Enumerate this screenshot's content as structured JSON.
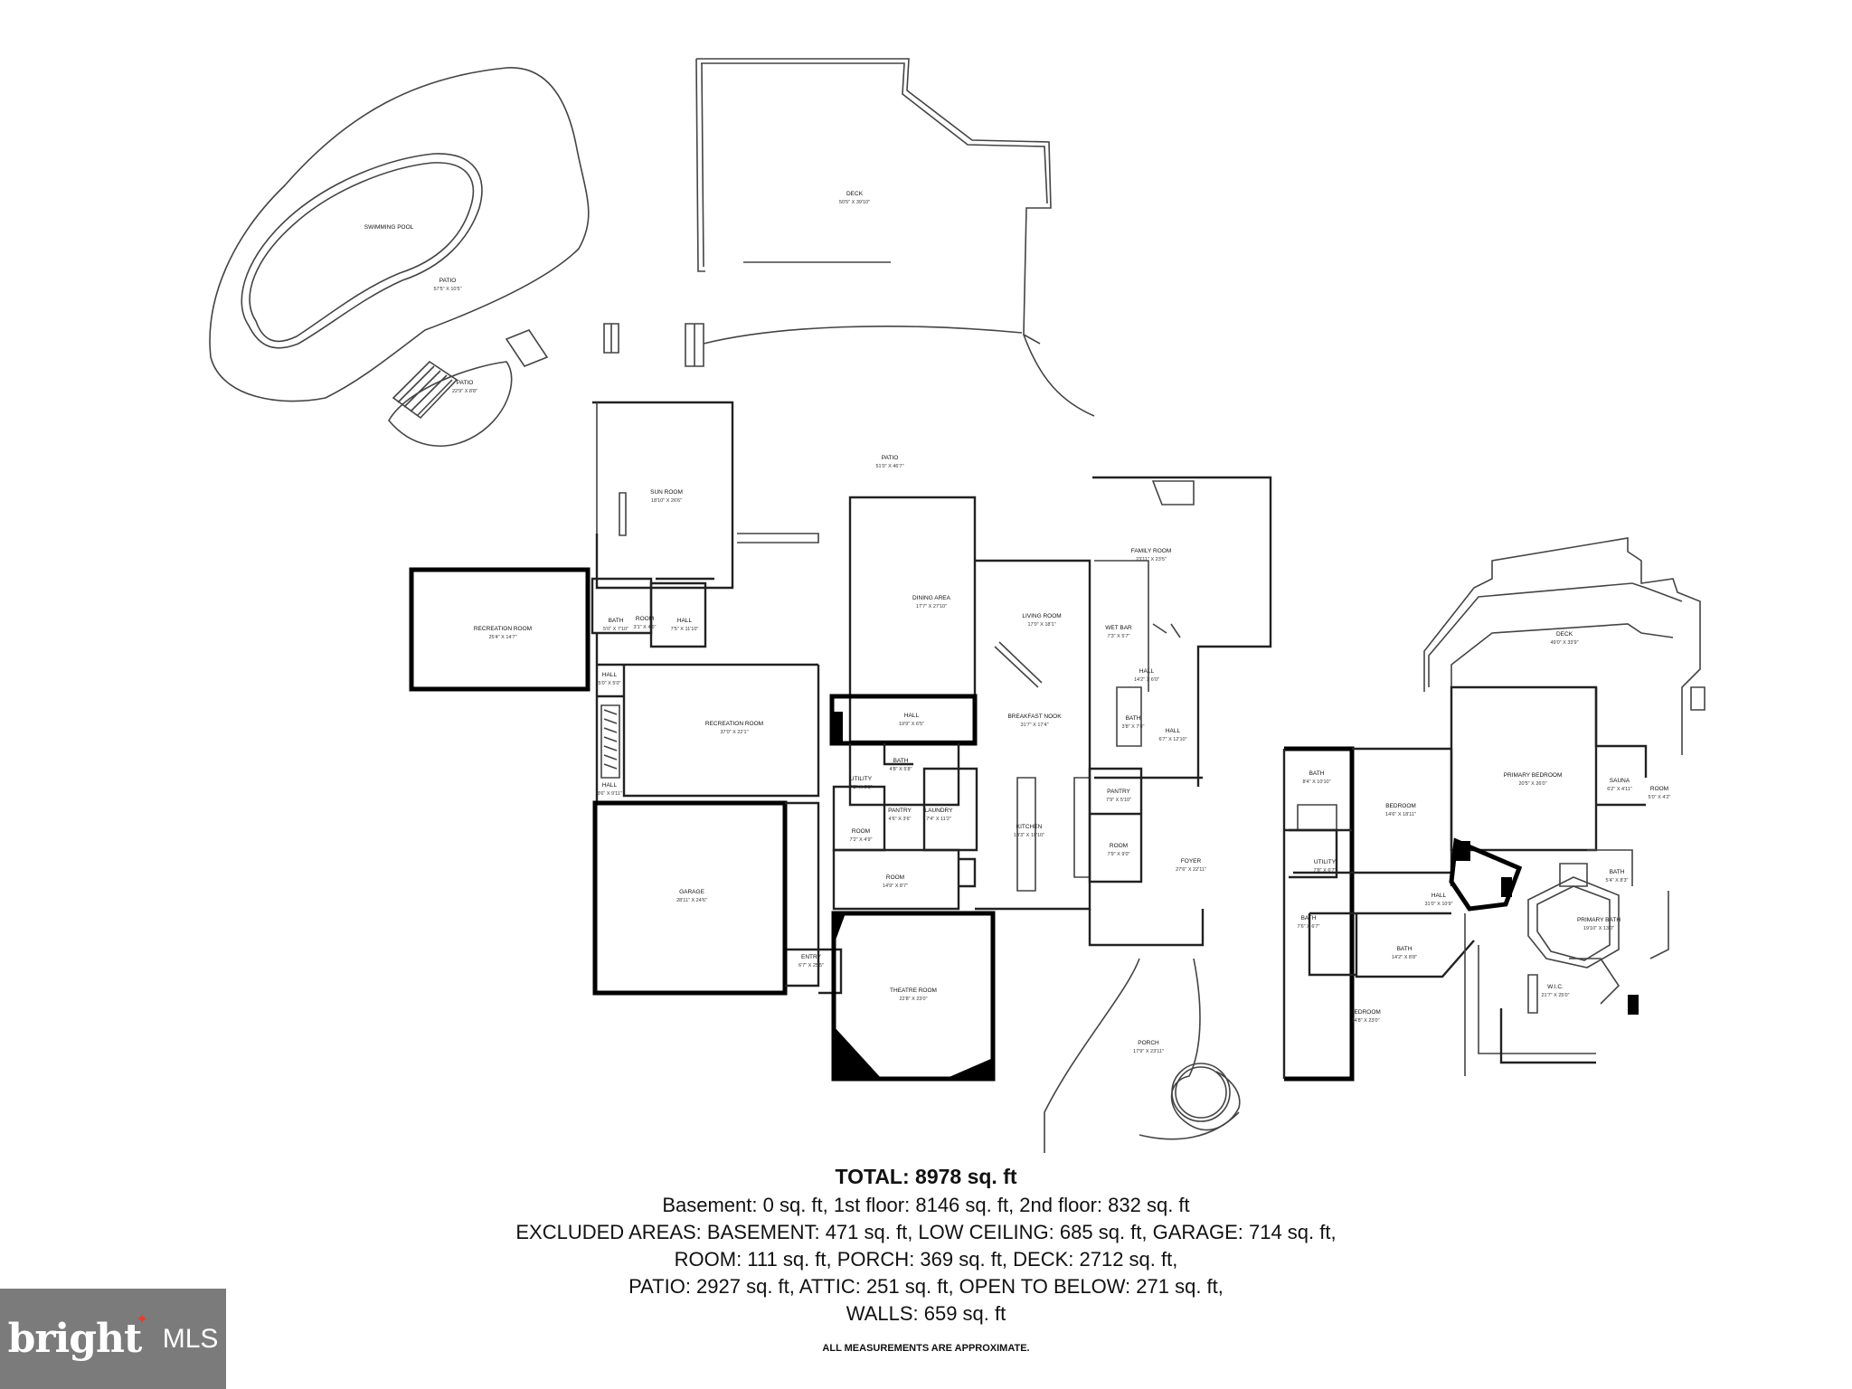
{
  "rooms": [
    {
      "name": "DECK",
      "dims": "50'5\" X 39'10\""
    },
    {
      "name": "SWIMMING POOL",
      "dims": ""
    },
    {
      "name": "PATIO",
      "dims": "57'5\" X 10'5\""
    },
    {
      "name": "PATIO",
      "dims": "22'9\" X 8'8\""
    },
    {
      "name": "PATIO",
      "dims": "51'0\" X 46'7\""
    },
    {
      "name": "SUN ROOM",
      "dims": "18'10\" X 26'6\""
    },
    {
      "name": "RECREATION ROOM",
      "dims": "25'4\" X 14'7\""
    },
    {
      "name": "BATH",
      "dims": "5'0\" X 7'10\""
    },
    {
      "name": "ROOM",
      "dims": "3'1\" X 4'6\""
    },
    {
      "name": "HALL",
      "dims": "7'5\" X 11'10\""
    },
    {
      "name": "HALL",
      "dims": "5'0\" X 5'0\""
    },
    {
      "name": "RECREATION ROOM",
      "dims": "37'0\" X 22'1\""
    },
    {
      "name": "HALL",
      "dims": "3'6\" X 9'11\""
    },
    {
      "name": "GARAGE",
      "dims": "28'11\" X 24'6\""
    },
    {
      "name": "DINING AREA",
      "dims": "17'7\" X 27'10\""
    },
    {
      "name": "HALL",
      "dims": "19'9\" X 6'5\""
    },
    {
      "name": "BATH",
      "dims": "4'8\" X 5'8\""
    },
    {
      "name": "UTILITY",
      "dims": "7'2\" X 6'1\""
    },
    {
      "name": "PANTRY",
      "dims": "4'6\" X 3'6\""
    },
    {
      "name": "LAUNDRY",
      "dims": "7'4\" X 11'2\""
    },
    {
      "name": "ROOM",
      "dims": "7'2\" X 4'9\""
    },
    {
      "name": "ROOM",
      "dims": "14'9\" X 8'7\""
    },
    {
      "name": "ENTRY",
      "dims": "6'7\" X 25'5\""
    },
    {
      "name": "THEATRE ROOM",
      "dims": "22'8\" X 23'0\""
    },
    {
      "name": "LIVING ROOM",
      "dims": "17'0\" X 18'1\""
    },
    {
      "name": "BREAKFAST NOOK",
      "dims": "31'7\" X 17'4\""
    },
    {
      "name": "KITCHEN",
      "dims": "19'3\" X 19'10\""
    },
    {
      "name": "FAMILY ROOM",
      "dims": "23'11\" X 23'5\""
    },
    {
      "name": "WET BAR",
      "dims": "7'3\" X 5'7\""
    },
    {
      "name": "HALL",
      "dims": "14'2\" X 6'0\""
    },
    {
      "name": "BATH",
      "dims": "3'8\" X 7'6\""
    },
    {
      "name": "HALL",
      "dims": "6'7\" X 12'10\""
    },
    {
      "name": "PANTRY",
      "dims": "7'9\" X 5'10\""
    },
    {
      "name": "ROOM",
      "dims": "7'9\" X 9'0\""
    },
    {
      "name": "FOYER",
      "dims": "27'6\" X 22'11\""
    },
    {
      "name": "PORCH",
      "dims": "17'9\" X 23'11\""
    },
    {
      "name": "DECK",
      "dims": "49'0\" X 33'9\""
    },
    {
      "name": "BATH",
      "dims": "8'4\" X 10'10\""
    },
    {
      "name": "BEDROOM",
      "dims": "14'6\" X 18'11\""
    },
    {
      "name": "UTILITY",
      "dims": "7'8\" X 6'7\""
    },
    {
      "name": "PRIMARY BEDROOM",
      "dims": "20'5\" X 26'0\""
    },
    {
      "name": "SAUNA",
      "dims": "6'2\" X 4'11\""
    },
    {
      "name": "ROOM",
      "dims": "5'0\" X 4'2\""
    },
    {
      "name": "BATH",
      "dims": "5'4\" X 8'3\""
    },
    {
      "name": "HALL",
      "dims": "31'0\" X 10'9\""
    },
    {
      "name": "PRIMARY BATH",
      "dims": "19'10\" X 13'0\""
    },
    {
      "name": "BATH",
      "dims": "7'6\" X 6'7\""
    },
    {
      "name": "BATH",
      "dims": "14'2\" X 8'8\""
    },
    {
      "name": "W.I.C.",
      "dims": "21'7\" X 25'0\""
    },
    {
      "name": "BEDROOM",
      "dims": "24'8\" X 23'0\""
    }
  ],
  "summary": {
    "title": "TOTAL: 8978 sq. ft",
    "lines": [
      "Basement: 0 sq. ft, 1st floor: 8146 sq. ft, 2nd floor: 832 sq. ft",
      "EXCLUDED AREAS: BASEMENT: 471 sq. ft, LOW CEILING: 685 sq. ft, GARAGE: 714 sq. ft,",
      "ROOM: 111 sq. ft, PORCH: 369 sq. ft, DECK: 2712 sq. ft,",
      "PATIO: 2927 sq. ft, ATTIC: 251 sq. ft, OPEN TO BELOW: 271 sq. ft,",
      "WALLS: 659 sq. ft"
    ]
  },
  "disclaimer": "ALL MEASUREMENTS ARE APPROXIMATE.",
  "logo": {
    "word": "bright",
    "suffix": "MLS",
    "accent_color": "#e63c2e",
    "background": "#7b7b7b"
  }
}
